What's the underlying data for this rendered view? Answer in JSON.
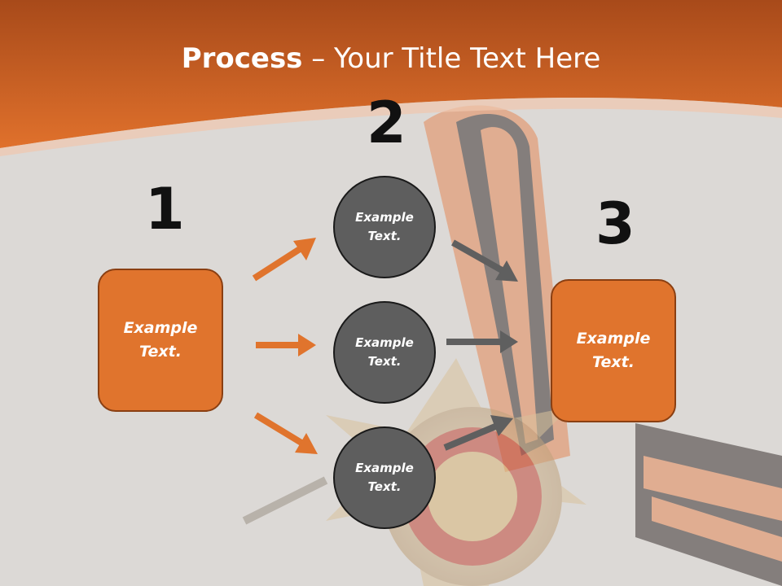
{
  "slide": {
    "title_bold": "Process",
    "title_rest": " – Your Title Text Here"
  },
  "colors": {
    "orange": "#e0742d",
    "header_orange": "#d9692a",
    "circle_gray": "#5e5e5e",
    "arrow_gray": "#5f5f5f"
  },
  "steps": [
    {
      "number": "1"
    },
    {
      "number": "2"
    },
    {
      "number": "3"
    }
  ],
  "nodes": {
    "left_box": {
      "line1": "Example",
      "line2": "Text."
    },
    "circle_top": {
      "line1": "Example",
      "line2": "Text."
    },
    "circle_mid": {
      "line1": "Example",
      "line2": "Text."
    },
    "circle_bottom": {
      "line1": "Example",
      "line2": "Text."
    },
    "right_box": {
      "line1": "Example",
      "line2": "Text."
    }
  }
}
